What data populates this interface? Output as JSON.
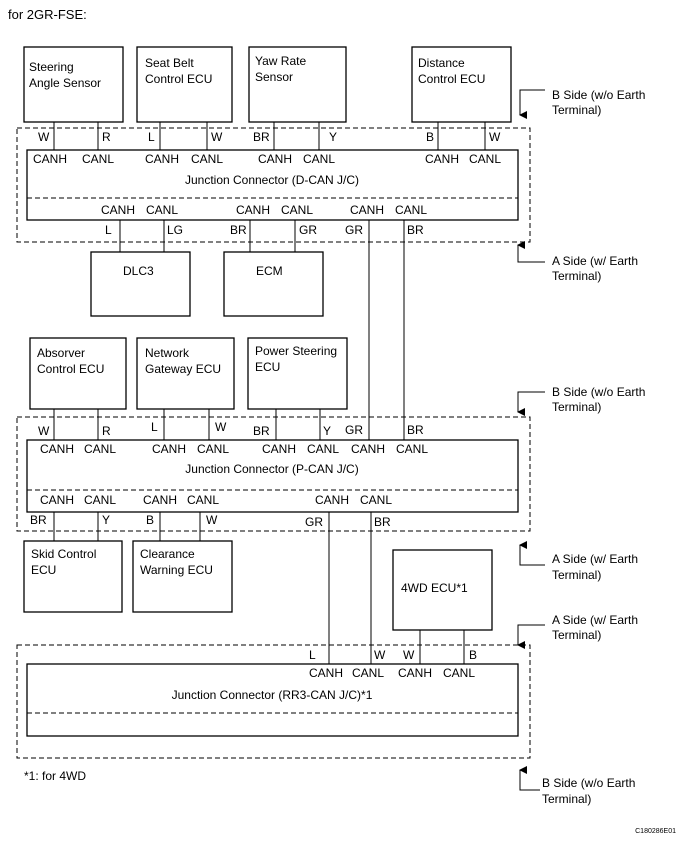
{
  "header": "for 2GR-FSE:",
  "footnote": "*1: for 4WD",
  "figure_code": "C180286E01",
  "can_h": "CANH",
  "can_l": "CANL",
  "connectors": {
    "dcan": "Junction Connector (D-CAN J/C)",
    "pcan": "Junction Connector (P-CAN J/C)",
    "rr3": "Junction Connector (RR3-CAN J/C)*1"
  },
  "devices": {
    "steering": [
      "Steering",
      "Angle Sensor"
    ],
    "seatbelt": [
      "Seat Belt",
      "Control ECU"
    ],
    "yawrate": [
      "Yaw Rate",
      "Sensor"
    ],
    "distance": [
      "Distance",
      "Control ECU"
    ],
    "dlc3": [
      "DLC3"
    ],
    "ecm": [
      "ECM"
    ],
    "absorver": [
      "Absorver",
      "Control ECU"
    ],
    "gateway": [
      "Network",
      "Gateway ECU"
    ],
    "powersteer": [
      "Power Steering",
      "ECU"
    ],
    "skid": [
      "Skid Control",
      "ECU"
    ],
    "clearance": [
      "Clearance",
      "Warning ECU"
    ],
    "fwd": [
      "4WD ECU*1"
    ]
  },
  "wire_colors": {
    "steering": [
      "W",
      "R"
    ],
    "seatbelt": [
      "L",
      "W"
    ],
    "yawrate": [
      "BR",
      "Y"
    ],
    "distance": [
      "B",
      "W"
    ],
    "dlc3": [
      "L",
      "LG"
    ],
    "ecm": [
      "BR",
      "GR"
    ],
    "dcan_to_pcan": [
      "GR",
      "BR"
    ],
    "absorver": [
      "W",
      "R"
    ],
    "gateway": [
      "L",
      "W"
    ],
    "powersteer": [
      "BR",
      "Y"
    ],
    "pcan_from_dcan": [
      "GR",
      "BR"
    ],
    "skid": [
      "BR",
      "Y"
    ],
    "clearance": [
      "B",
      "W"
    ],
    "pcan_to_rr3": [
      "GR",
      "BR"
    ],
    "rr3_from_pcan": [
      "L",
      "W"
    ],
    "fwd": [
      "W",
      "B"
    ]
  },
  "side_labels": {
    "b_side": [
      "B Side (w/o Earth",
      "Terminal)"
    ],
    "a_side": [
      "A Side (w/ Earth",
      "Terminal)"
    ]
  }
}
